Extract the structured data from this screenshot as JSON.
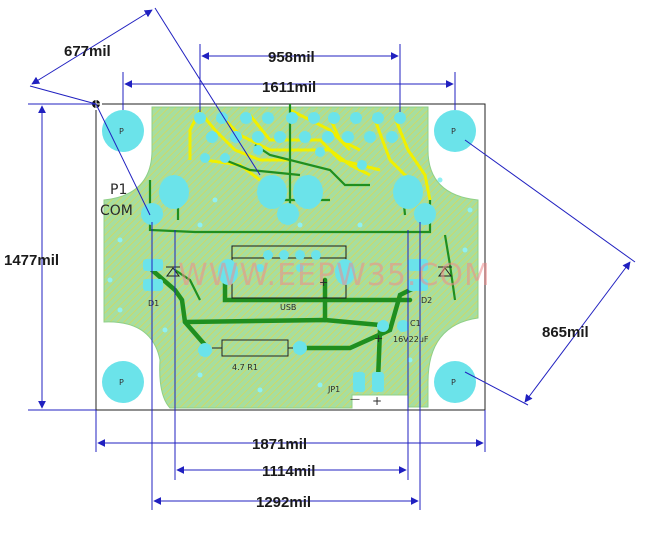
{
  "dimensions": {
    "d677": "677mil",
    "d958": "958mil",
    "d1611": "1611mil",
    "d1477": "1477mil",
    "d865": "865mil",
    "d1871": "1871mil",
    "d1114": "1114mil",
    "d1292": "1292mil"
  },
  "silkscreen": {
    "p1": "P1",
    "com": "COM",
    "usb": "USB",
    "r1": "4.7 R1",
    "d1": "D1",
    "d2": "D2",
    "c1": "C1",
    "cap_value": "16V22uF",
    "jp1": "JP1",
    "plus": "+",
    "minus": "—",
    "mount_hole": "P"
  },
  "watermark": "WWW.EEPW35.COM",
  "colors": {
    "board": "#a8e0a0",
    "hatch": "#d8d860",
    "pad": "#6ae0e8",
    "trace_top": "#ffff00",
    "trace_bottom": "#209020",
    "dimension": "#2020c0"
  }
}
